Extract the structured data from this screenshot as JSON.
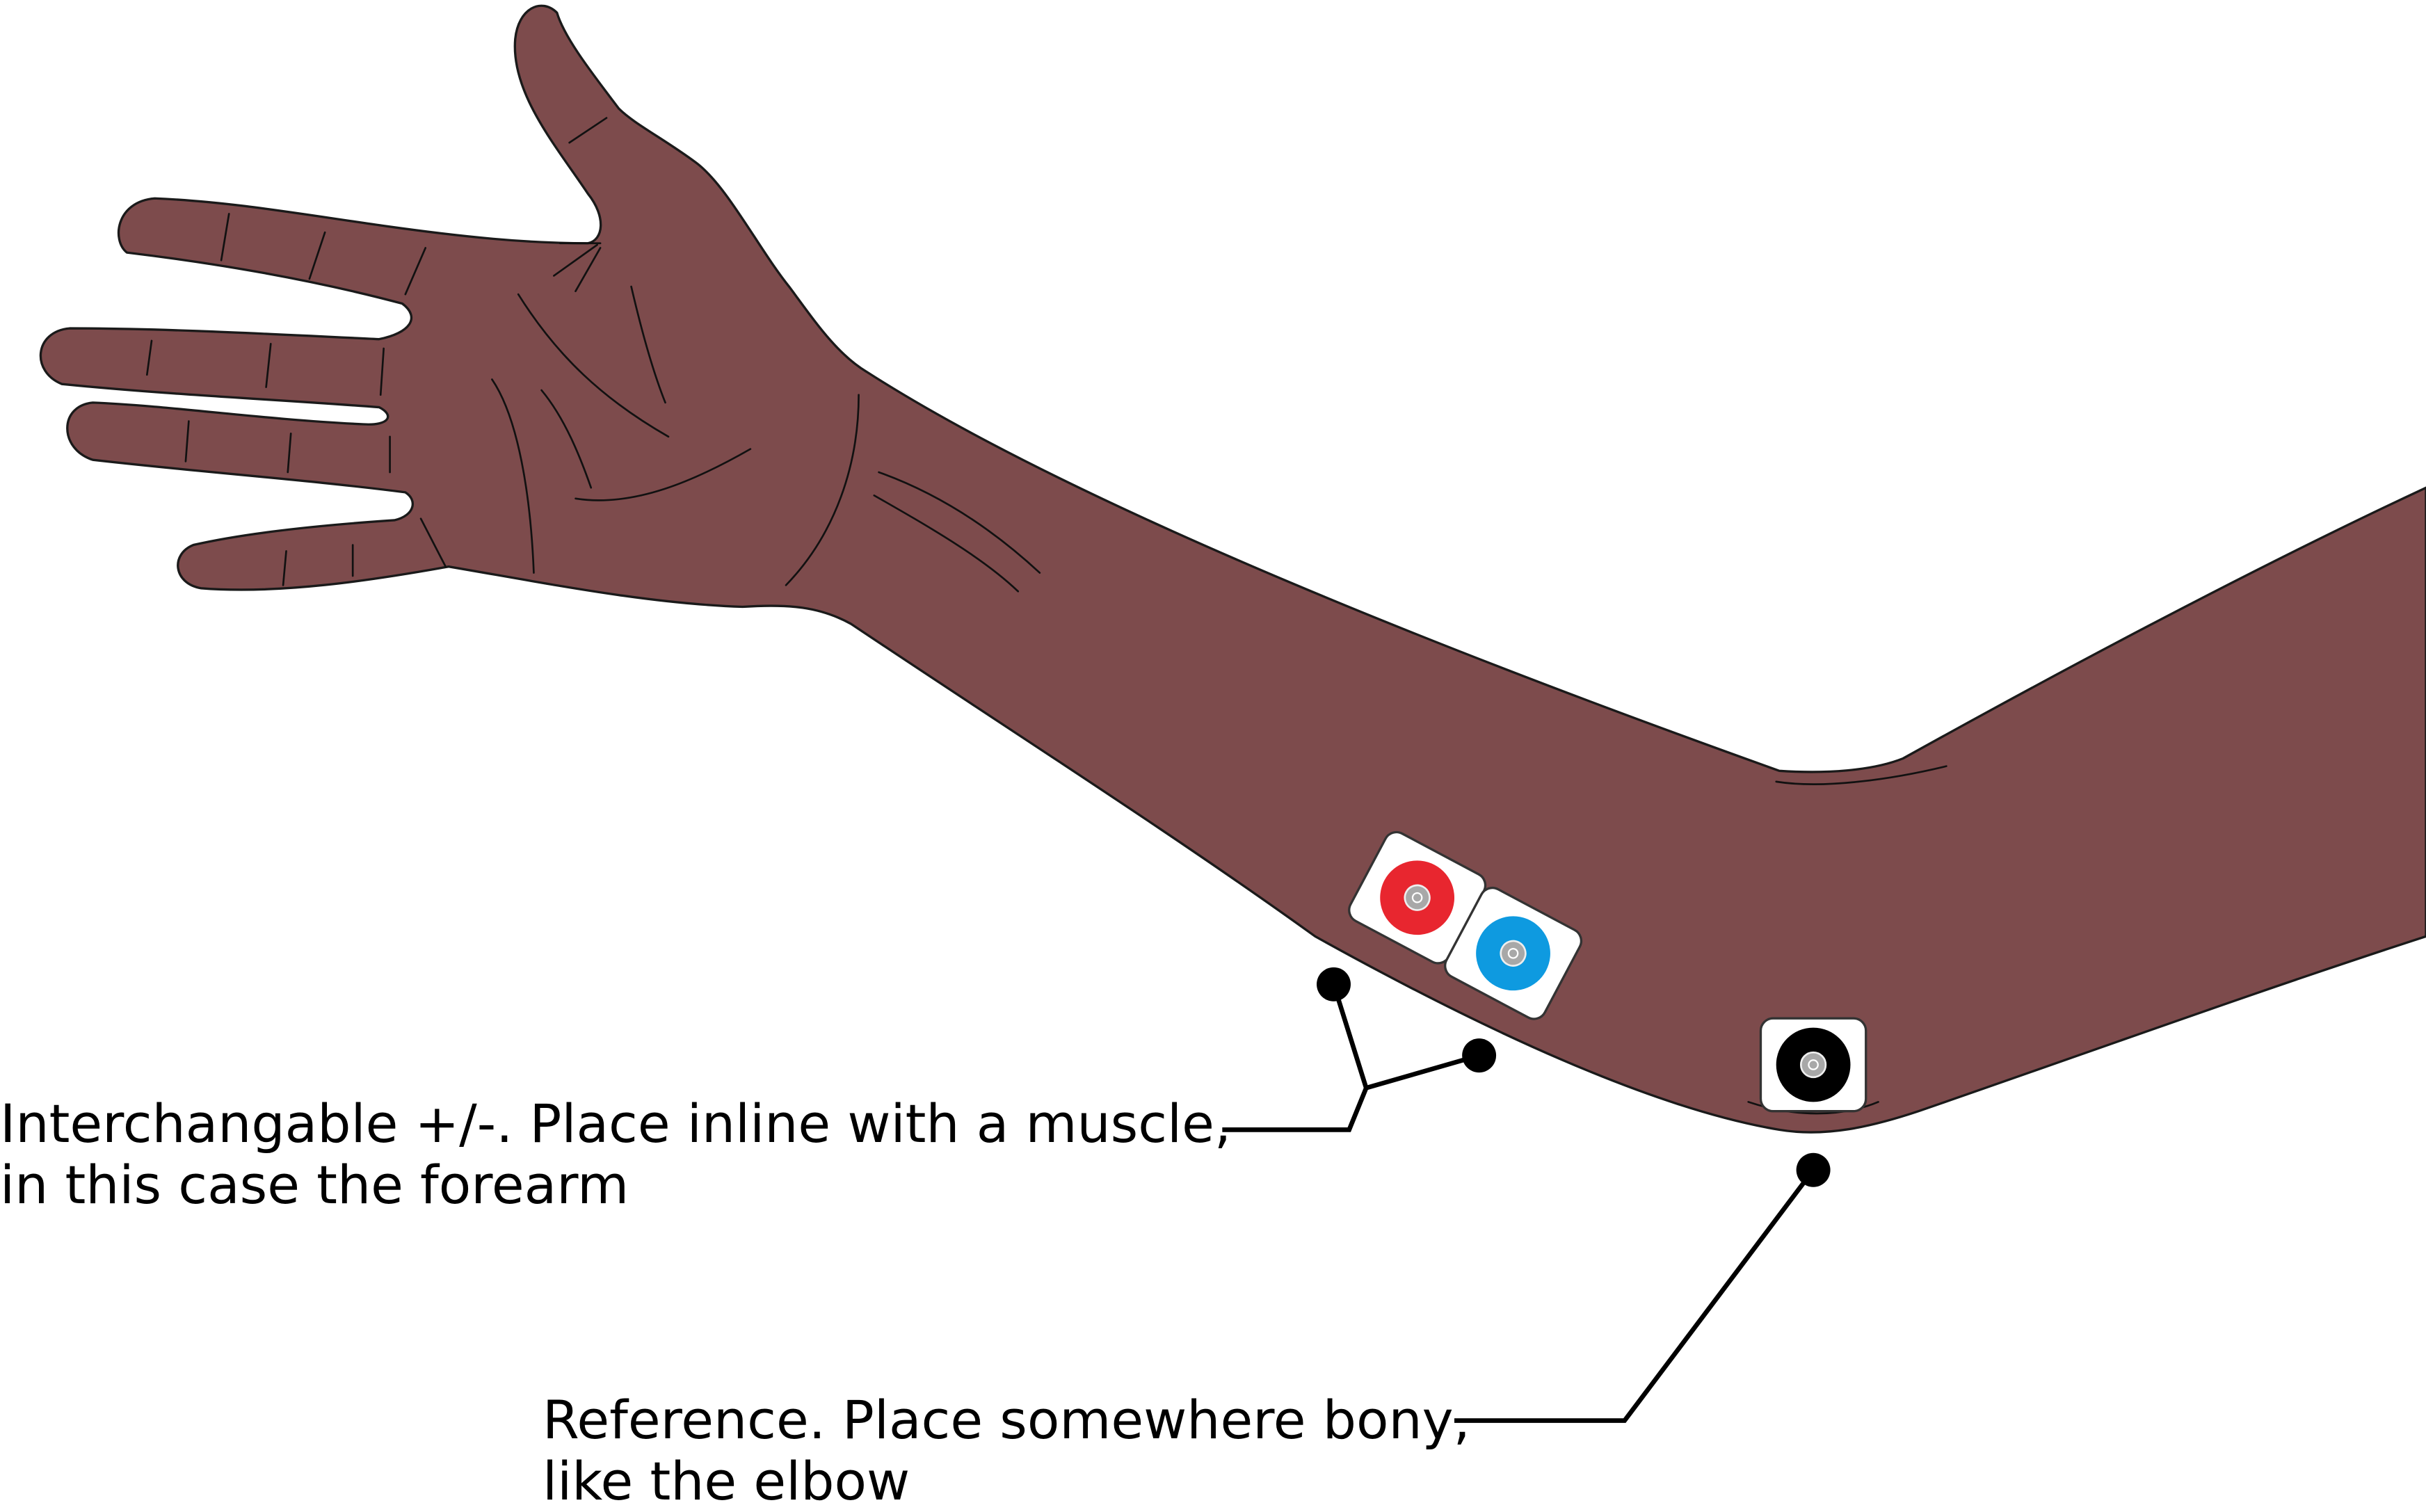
{
  "annotations": {
    "differential": {
      "line1": "Interchangable +/-. Place inline with a muscle,",
      "line2": "in this case the forearm"
    },
    "reference": {
      "line1": "Reference. Place somewhere bony,",
      "line2": "like the elbow"
    }
  },
  "electrodes": [
    {
      "role": "positive",
      "color": "#e8262f"
    },
    {
      "role": "negative",
      "color": "#0e9ae0"
    },
    {
      "role": "reference",
      "color": "#000000"
    }
  ],
  "colors": {
    "skin": "#7d4b4c",
    "skin_outline": "#1a1a1a",
    "leader": "#000000",
    "electrode_pad": "#ffffff",
    "snap_ring": "#a8a8a8"
  }
}
